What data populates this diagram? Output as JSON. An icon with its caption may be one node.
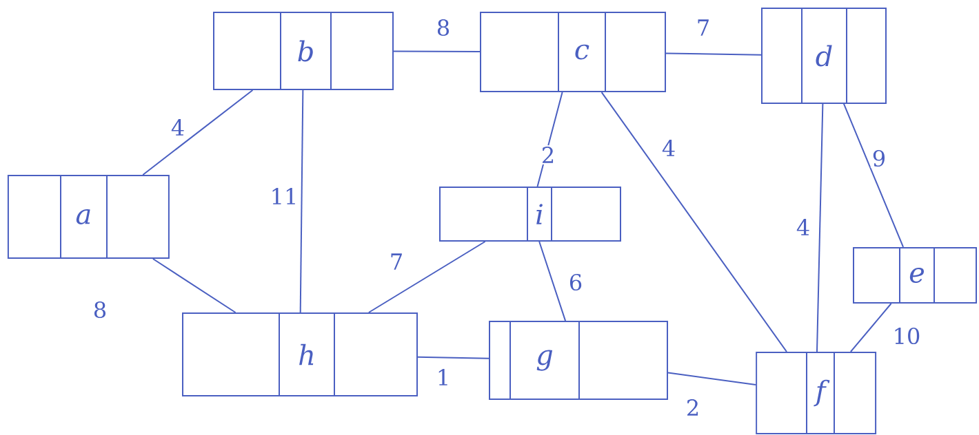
{
  "diagram": {
    "nodes": [
      {
        "text": [
          "b"
        ]
      },
      {
        "text": [
          "c"
        ]
      },
      {
        "text": [
          "d"
        ]
      },
      {
        "text": [
          "a"
        ]
      },
      {
        "text": [
          "i"
        ]
      },
      {
        "text": [
          "e"
        ]
      },
      {
        "text": [
          "h"
        ]
      },
      {
        "text": [
          "g"
        ]
      },
      {
        "text": [
          "f"
        ]
      }
    ],
    "edges": [
      {
        "from": 3,
        "to": 0,
        "arrow": "none",
        "label": "4"
      },
      {
        "from": 3,
        "to": 6,
        "arrow": "none",
        "label": "8"
      },
      {
        "from": 0,
        "to": 1,
        "arrow": "none",
        "label": "8"
      },
      {
        "from": 0,
        "to": 6,
        "arrow": "none",
        "label": "11"
      },
      {
        "from": 1,
        "to": 2,
        "arrow": "none",
        "label": "7"
      },
      {
        "from": 1,
        "to": 4,
        "arrow": "none",
        "label": "2"
      },
      {
        "from": 1,
        "to": 8,
        "arrow": "none",
        "label": "4"
      },
      {
        "from": 2,
        "to": 8,
        "arrow": "none",
        "label": "4"
      },
      {
        "from": 2,
        "to": 5,
        "arrow": "none",
        "label": "9"
      },
      {
        "from": 6,
        "to": 4,
        "arrow": "none",
        "label": "7"
      },
      {
        "from": 4,
        "to": 7,
        "arrow": "none",
        "label": "6"
      },
      {
        "from": 6,
        "to": 7,
        "arrow": "none",
        "label": "1"
      },
      {
        "from": 7,
        "to": 8,
        "arrow": "none",
        "label": "2"
      },
      {
        "from": 5,
        "to": 8,
        "arrow": "none",
        "label": "10"
      }
    ]
  }
}
